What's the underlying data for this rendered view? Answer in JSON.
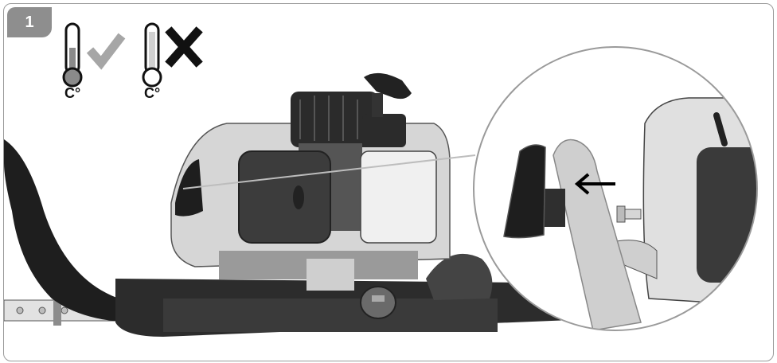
{
  "step": {
    "number": "1"
  },
  "temperature_icons": [
    {
      "unit": "C°",
      "state": "warm-engine",
      "mark": "check-icon"
    },
    {
      "unit": "C°",
      "state": "cold-engine",
      "mark": "cross-icon"
    }
  ],
  "colors": {
    "badge": "#8e8e8e",
    "check": "#a6a6a6",
    "cross": "#111111",
    "frame": "#9a9a9a",
    "engine_light": "#d9d9d9",
    "engine_dark": "#2a2a2a"
  },
  "illustration": {
    "subject": "hedge-trimmer-engine",
    "detail_view": "magnified-circle-arrow-left"
  }
}
